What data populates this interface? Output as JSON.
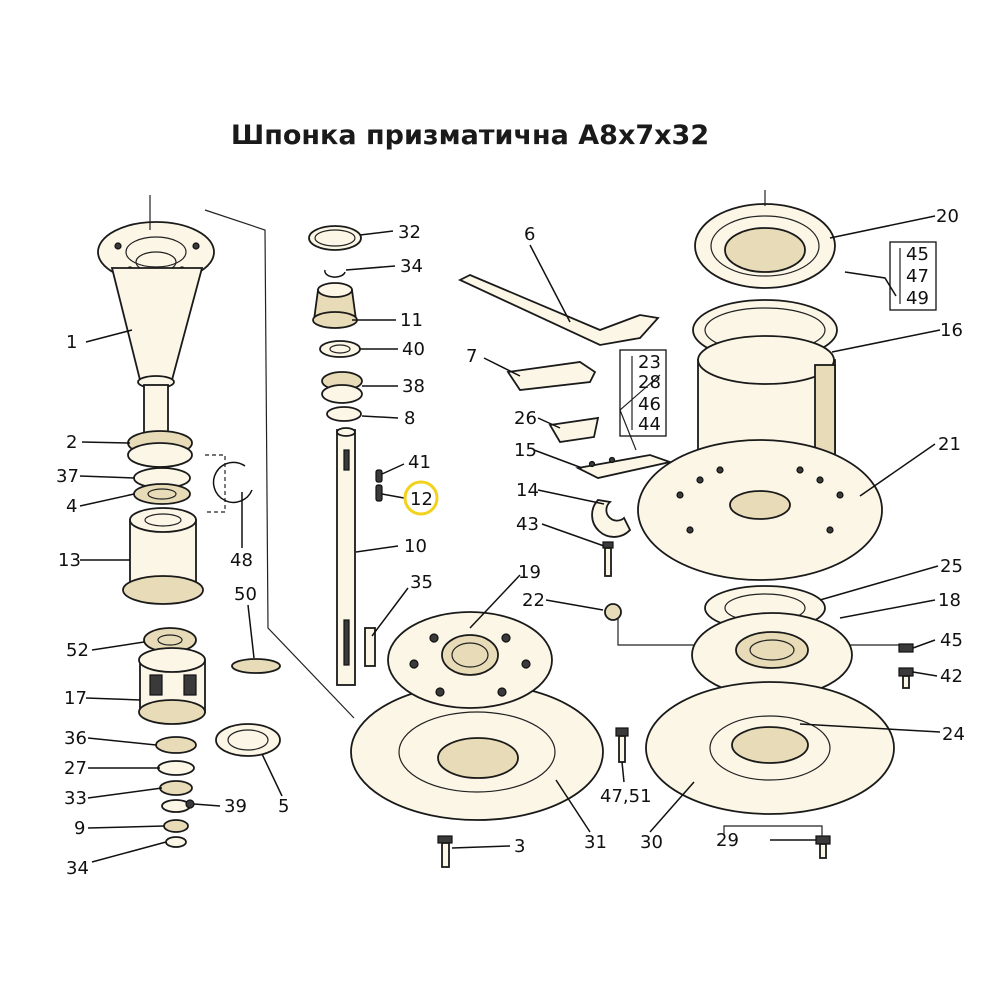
{
  "title": "Шпонка призматична A8x7x32",
  "highlight": {
    "label": "12",
    "color": "#f2d21a"
  },
  "labels": {
    "l1": "1",
    "l2": "2",
    "l37": "37",
    "l4": "4",
    "l13": "13",
    "l52": "52",
    "l17": "17",
    "l36": "36",
    "l27": "27",
    "l33": "33",
    "l9": "9",
    "l34a": "34",
    "l39": "39",
    "l48": "48",
    "l50": "50",
    "l5": "5",
    "l32": "32",
    "l34b": "34",
    "l11": "11",
    "l40": "40",
    "l38": "38",
    "l8": "8",
    "l41": "41",
    "l12": "12",
    "l10": "10",
    "l35": "35",
    "l6": "6",
    "l7": "7",
    "l26": "26",
    "l15": "15",
    "l14": "14",
    "l43": "43",
    "l22": "22",
    "l19": "19",
    "l3": "3",
    "l31": "31",
    "l20": "20",
    "l16": "16",
    "l21": "21",
    "l25": "25",
    "l18": "18",
    "l45b": "45",
    "l42": "42",
    "l24": "24",
    "l4751": "47,51",
    "l30": "30",
    "l29": "29"
  },
  "groups": {
    "g1": [
      "23",
      "28",
      "46",
      "44"
    ],
    "g2": [
      "45",
      "47",
      "49"
    ]
  }
}
